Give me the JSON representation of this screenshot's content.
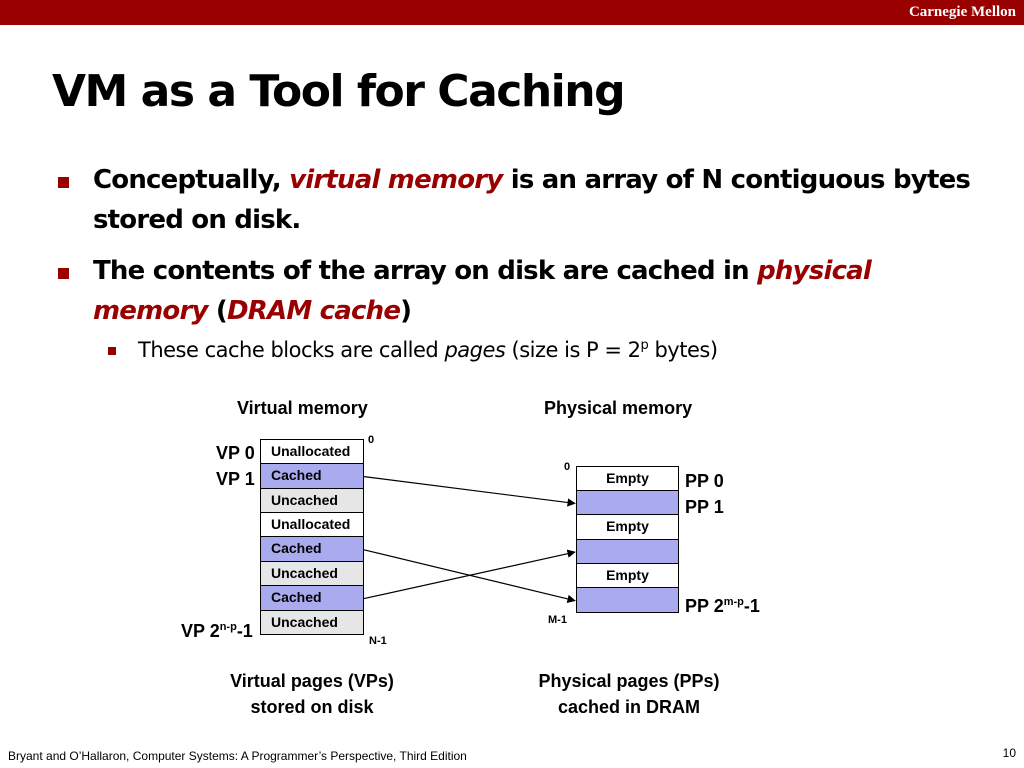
{
  "header": {
    "org": "Carnegie Mellon",
    "title": "VM as a Tool for Caching"
  },
  "bullets": [
    {
      "pre": "Conceptually, ",
      "hl": "virtual memory",
      "post": " is an array of N contiguous bytes stored on disk."
    },
    {
      "pre": "The contents of the array on disk are cached in ",
      "hl1": "physical memory",
      "mid": " (",
      "hl2": "DRAM cache",
      "post": ")"
    }
  ],
  "subbullet": {
    "pre": "These cache blocks are called ",
    "hl": "pages",
    "mid": " (size is P = 2",
    "sup": "p",
    "post": " bytes)"
  },
  "diagram": {
    "vm_title": "Virtual memory",
    "pm_title": "Physical memory",
    "vm_top_addr": "0",
    "vm_bottom_addr": "N-1",
    "pm_top_addr": "0",
    "pm_bottom_addr": "M-1",
    "vp_labels": {
      "vp0": "VP 0",
      "vp1": "VP 1",
      "vplast_pre": "VP 2",
      "vplast_sup": "n-p",
      "vplast_post": "-1"
    },
    "pp_labels": {
      "pp0": "PP 0",
      "pp1": "PP 1",
      "pplast_pre": "PP 2",
      "pplast_sup": "m-p",
      "pplast_post": "-1"
    },
    "virtual_pages": [
      {
        "label": "Unallocated",
        "state": "unallocated"
      },
      {
        "label": "Cached",
        "state": "cached"
      },
      {
        "label": "Uncached",
        "state": "uncached"
      },
      {
        "label": "Unallocated",
        "state": "unallocated"
      },
      {
        "label": "Cached",
        "state": "cached"
      },
      {
        "label": "Uncached",
        "state": "uncached"
      },
      {
        "label": "Cached",
        "state": "cached"
      },
      {
        "label": "Uncached",
        "state": "uncached"
      }
    ],
    "physical_pages": [
      {
        "label": "Empty",
        "state": "empty"
      },
      {
        "label": "",
        "state": "cached"
      },
      {
        "label": "Empty",
        "state": "empty"
      },
      {
        "label": "",
        "state": "cached"
      },
      {
        "label": "Empty",
        "state": "empty"
      },
      {
        "label": "",
        "state": "cached"
      }
    ],
    "mappings": [
      {
        "vp": 1,
        "pp": 1
      },
      {
        "vp": 4,
        "pp": 5
      },
      {
        "vp": 6,
        "pp": 3
      }
    ],
    "vm_caption": [
      "Virtual pages (VPs)",
      "stored on disk"
    ],
    "pm_caption": [
      "Physical pages (PPs)",
      "cached in DRAM"
    ],
    "colors": {
      "cached": "#aaaaee",
      "uncached": "#e6e6e6",
      "unallocated": "#ffffff",
      "empty": "#ffffff",
      "accent": "#990000"
    }
  },
  "footer": {
    "citation": "Bryant and O’Hallaron, Computer Systems: A Programmer’s Perspective, Third Edition",
    "page": "10"
  }
}
